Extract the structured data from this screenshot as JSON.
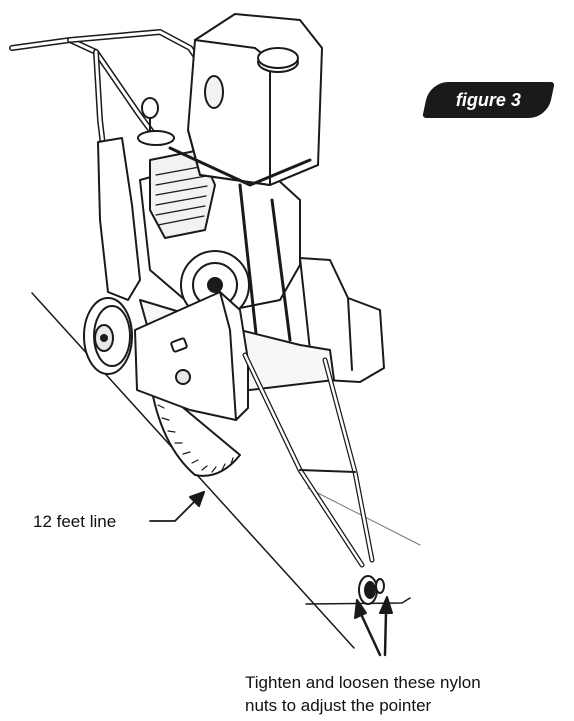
{
  "figure_label": "figure 3",
  "callouts": {
    "line_label": "12 feet line",
    "nuts_line1": "Tighten and loosen these nylon",
    "nuts_line2": "nuts to adjust the pointer"
  },
  "colors": {
    "ink": "#1a1a1a",
    "background": "#ffffff",
    "badge": "#1a1a1a"
  }
}
